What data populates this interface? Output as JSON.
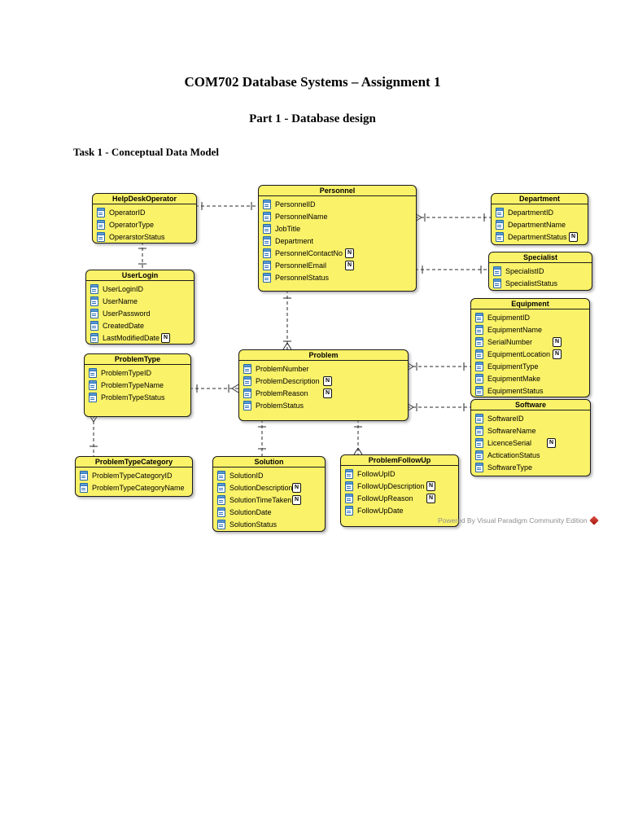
{
  "document": {
    "title": "COM702 Database Systems – Assignment 1",
    "subtitle": "Part 1 - Database design",
    "section_heading": "Task 1 - Conceptual Data Model"
  },
  "diagram": {
    "tool_watermark": "Powered By Visual Paradigm Community Edition",
    "nullable_badge": "N",
    "entities": [
      {
        "name": "HelpDeskOperator",
        "attributes": [
          {
            "name": "OperatorID"
          },
          {
            "name": "OperatorType"
          },
          {
            "name": "OperarstorStatus"
          }
        ]
      },
      {
        "name": "Personnel",
        "attributes": [
          {
            "name": "PersonnelID"
          },
          {
            "name": "PersonnelName"
          },
          {
            "name": "JobTitle"
          },
          {
            "name": "Department"
          },
          {
            "name": "PersonnelContactNo",
            "nullable": true
          },
          {
            "name": "PersonnelEmail",
            "nullable": true
          },
          {
            "name": "PersonnelStatus"
          }
        ]
      },
      {
        "name": "Department",
        "attributes": [
          {
            "name": "DepartmentID"
          },
          {
            "name": "DepartmentName"
          },
          {
            "name": "DepartmentStatus",
            "nullable": true
          }
        ]
      },
      {
        "name": "Specialist",
        "attributes": [
          {
            "name": "SpecialistID"
          },
          {
            "name": "SpecialistStatus"
          }
        ]
      },
      {
        "name": "UserLogin",
        "attributes": [
          {
            "name": "UserLoginID"
          },
          {
            "name": "UserName"
          },
          {
            "name": "UserPassword"
          },
          {
            "name": "CreatedDate"
          },
          {
            "name": "LastModifiedDate",
            "nullable": true
          }
        ]
      },
      {
        "name": "Equipment",
        "attributes": [
          {
            "name": "EquipmentID"
          },
          {
            "name": "EquipmentName"
          },
          {
            "name": "SerialNumber",
            "nullable": true
          },
          {
            "name": "EquipmentLocation",
            "nullable": true
          },
          {
            "name": "EquipmentType"
          },
          {
            "name": "EquipmentMake"
          },
          {
            "name": "EquipmentStatus"
          }
        ]
      },
      {
        "name": "Problem",
        "attributes": [
          {
            "name": "ProblemNumber"
          },
          {
            "name": "ProblemDescription",
            "nullable": true
          },
          {
            "name": "ProblemReason",
            "nullable": true
          },
          {
            "name": "ProblemStatus"
          }
        ]
      },
      {
        "name": "Software",
        "attributes": [
          {
            "name": "SoftwareID"
          },
          {
            "name": "SoftwareName"
          },
          {
            "name": "LicenceSerial",
            "nullable": true
          },
          {
            "name": "ActicationStatus"
          },
          {
            "name": "SoftwareType"
          }
        ]
      },
      {
        "name": "ProblemType",
        "attributes": [
          {
            "name": "ProblemTypeID"
          },
          {
            "name": "ProblemTypeName"
          },
          {
            "name": "ProblemTypeStatus"
          }
        ]
      },
      {
        "name": "ProblemTypeCategory",
        "attributes": [
          {
            "name": "ProblemTypeCategoryID"
          },
          {
            "name": "ProblemTypeCategoryName"
          }
        ]
      },
      {
        "name": "Solution",
        "attributes": [
          {
            "name": "SolutionID"
          },
          {
            "name": "SolutionDescription",
            "nullable": true
          },
          {
            "name": "SolutionTimeTaken",
            "nullable": true
          },
          {
            "name": "SolutionDate"
          },
          {
            "name": "SolutionStatus"
          }
        ]
      },
      {
        "name": "ProblemFollowUp",
        "attributes": [
          {
            "name": "FollowUpID"
          },
          {
            "name": "FollowUpDescription",
            "nullable": true
          },
          {
            "name": "FollowUpReason",
            "nullable": true
          },
          {
            "name": "FollowUpDate"
          }
        ]
      }
    ],
    "relationships": [
      {
        "from": "HelpDeskOperator",
        "to": "Personnel",
        "from_cardinality": "one",
        "to_cardinality": "one",
        "style": "dashed"
      },
      {
        "from": "HelpDeskOperator",
        "to": "UserLogin",
        "from_cardinality": "one",
        "to_cardinality": "one",
        "style": "dashed"
      },
      {
        "from": "Personnel",
        "to": "Department",
        "from_cardinality": "many",
        "to_cardinality": "one",
        "style": "dashed"
      },
      {
        "from": "Personnel",
        "to": "Specialist",
        "from_cardinality": "one",
        "to_cardinality": "one",
        "style": "dashed"
      },
      {
        "from": "Personnel",
        "to": "Problem",
        "from_cardinality": "one",
        "to_cardinality": "many",
        "style": "dashed"
      },
      {
        "from": "ProblemType",
        "to": "Problem",
        "from_cardinality": "one",
        "to_cardinality": "many",
        "style": "dashed"
      },
      {
        "from": "ProblemType",
        "to": "ProblemTypeCategory",
        "from_cardinality": "many",
        "to_cardinality": "one",
        "style": "dashed"
      },
      {
        "from": "Problem",
        "to": "Solution",
        "from_cardinality": "one",
        "to_cardinality": "one",
        "style": "dashed"
      },
      {
        "from": "Problem",
        "to": "ProblemFollowUp",
        "from_cardinality": "one",
        "to_cardinality": "many",
        "style": "dashed"
      },
      {
        "from": "Problem",
        "to": "Equipment",
        "from_cardinality": "many",
        "to_cardinality": "one",
        "style": "dashed"
      },
      {
        "from": "Problem",
        "to": "Software",
        "from_cardinality": "many",
        "to_cardinality": "one",
        "style": "dashed"
      }
    ],
    "colors": {
      "entity_fill": "#FAF269",
      "entity_border": "#1A1A1A",
      "attribute_icon_blue": "#2E72B8",
      "connector": "#2A2A2A",
      "watermark_text": "#8F8F8F",
      "logo_red": "#C6221A"
    }
  }
}
